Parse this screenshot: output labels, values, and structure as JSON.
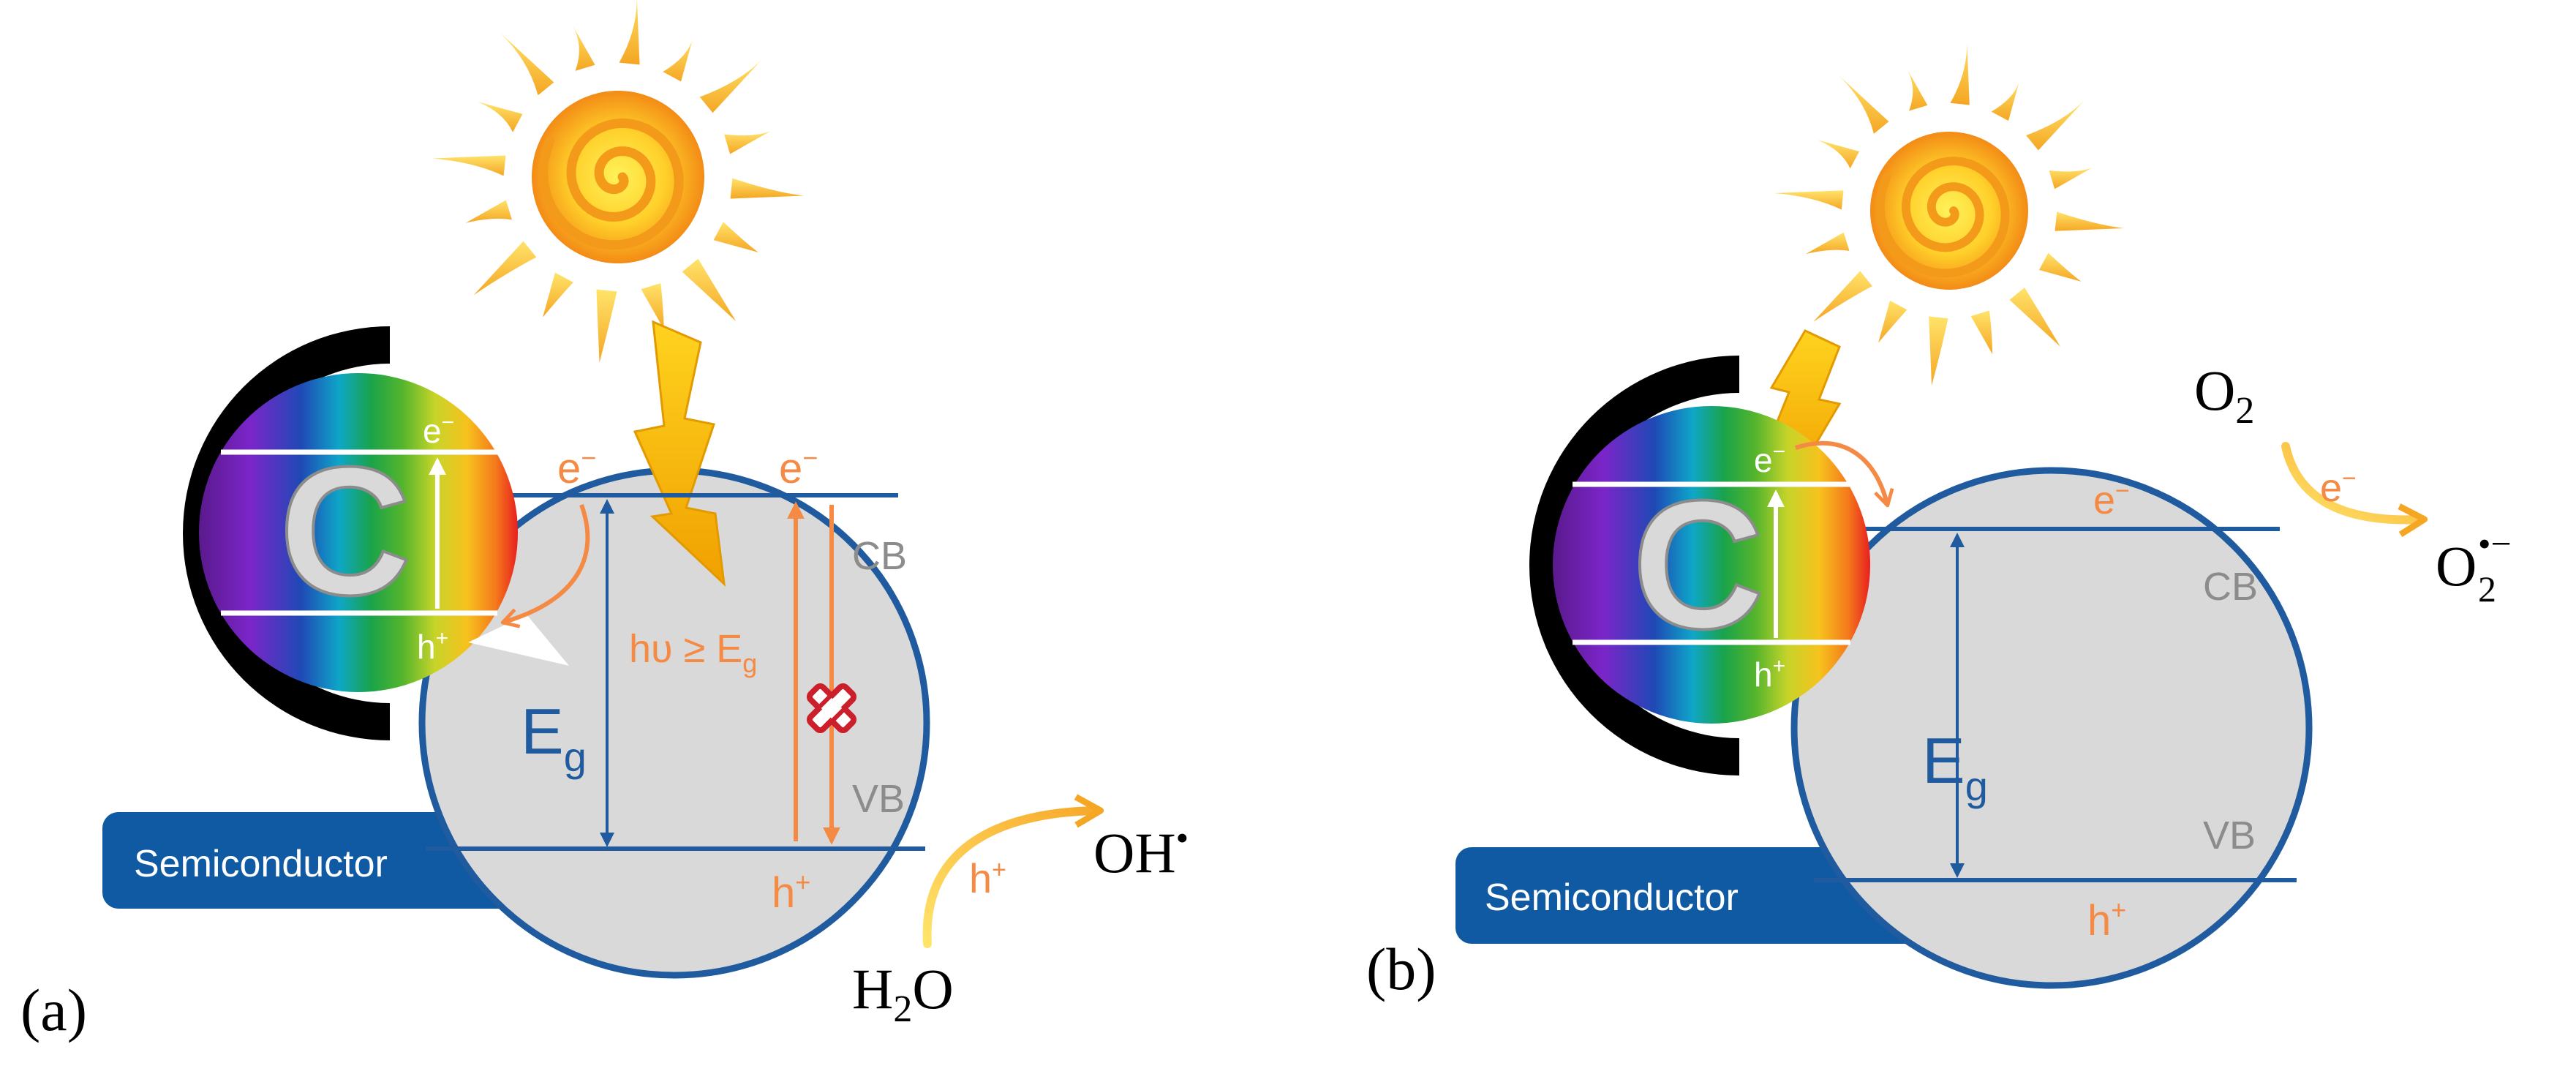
{
  "colors": {
    "band_line": "#1f5b9e",
    "particle_fill": "#d9d9d9",
    "electron_orange": "#f58a44",
    "reaction_arrow": "#f7b53a",
    "band_label_gray": "#8c8c8c",
    "semiconductor_tag": "#0f5aa2",
    "recomb_cross": "#cc1f2c"
  },
  "icons": [
    "sun-icon",
    "lightning-icon",
    "cross-icon"
  ],
  "panel_a": {
    "label": "(a)",
    "semiconductor_label": "Semiconductor",
    "carbon_letter": "C",
    "dot_electron": "e",
    "dot_electron_sup": "−",
    "dot_hole": "h",
    "dot_hole_sup": "+",
    "transfer_electron": "e",
    "transfer_electron_sup": "−",
    "cb_electron": "e",
    "cb_electron_sup": "−",
    "cb_label": "CB",
    "vb_label": "VB",
    "photon_main": "hυ ≥ E",
    "photon_sub": "g",
    "eg_main": "E",
    "eg_sub": "g",
    "vb_hole": "h",
    "vb_hole_sup": "+",
    "arrow_hole": "h",
    "arrow_hole_sup": "+",
    "reactant_main": "H",
    "reactant_sub": "2",
    "reactant_tail": "O",
    "product_main": "OH",
    "product_sup": "•"
  },
  "panel_b": {
    "label": "(b)",
    "semiconductor_label": "Semiconductor",
    "carbon_letter": "C",
    "dot_electron": "e",
    "dot_electron_sup": "−",
    "dot_hole": "h",
    "dot_hole_sup": "+",
    "cb_electron": "e",
    "cb_electron_sup": "−",
    "cb_label": "CB",
    "vb_label": "VB",
    "eg_main": "E",
    "eg_sub": "g",
    "vb_hole": "h",
    "vb_hole_sup": "+",
    "reactant_main": "O",
    "reactant_sub": "2",
    "arrow_electron": "e",
    "arrow_electron_sup": "−",
    "product_main": "O",
    "product_sup": "•−",
    "product_sub": "2"
  }
}
